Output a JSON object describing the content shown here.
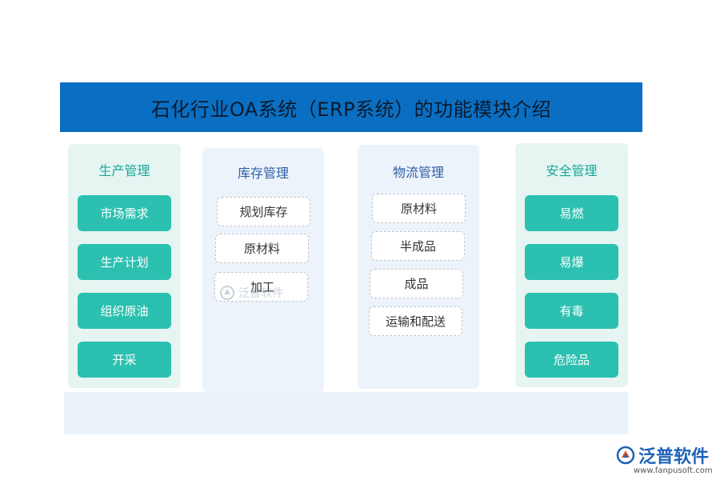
{
  "title": "石化行业OA系统（ERP系统）的功能模块介绍",
  "columns": [
    {
      "title": "生产管理",
      "items": [
        "市场需求",
        "生产计划",
        "组织原油",
        "开采"
      ]
    },
    {
      "title": "库存管理",
      "items": [
        "规划库存",
        "原材料",
        "加工"
      ]
    },
    {
      "title": "物流管理",
      "items": [
        "原材料",
        "半成品",
        "成品",
        "运输和配送"
      ]
    },
    {
      "title": "安全管理",
      "items": [
        "易燃",
        "易爆",
        "有毒",
        "危险品"
      ]
    }
  ],
  "watermark": {
    "name": "泛普软件"
  },
  "brand": {
    "name": "泛普软件",
    "url": "www.fanpusoft.com"
  }
}
